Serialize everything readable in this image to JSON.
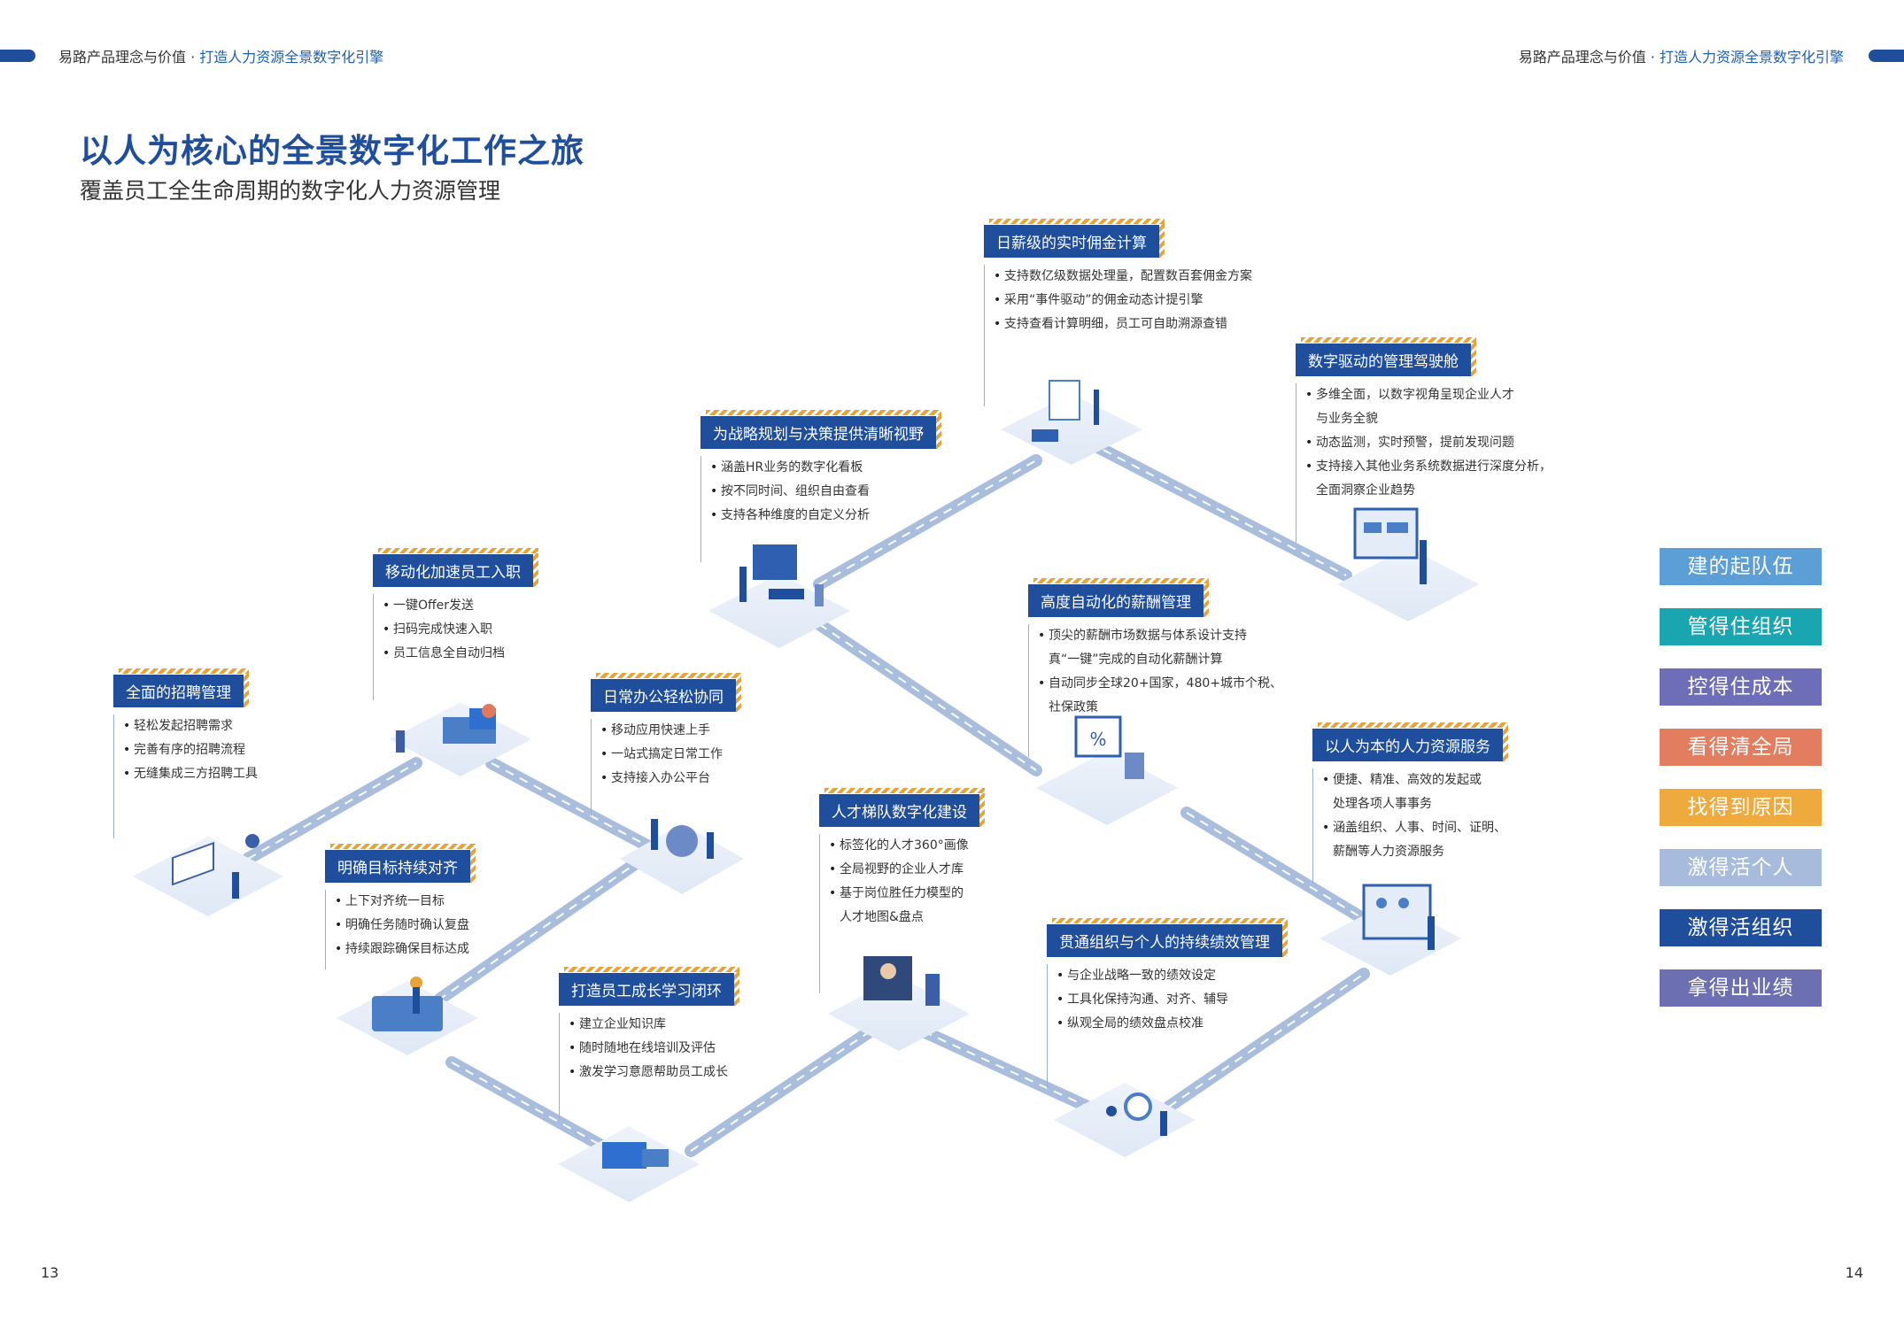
{
  "header": {
    "left_a": "易路产品理念与价值 · ",
    "left_b": "打造人力资源全景数字化引擎",
    "right_a": "易路产品理念与价值 · ",
    "right_b": "打造人力资源全景数字化引擎"
  },
  "title": "以人为核心的全景数字化工作之旅",
  "subtitle": "覆盖员工全生命周期的数字化人力资源管理",
  "page_numbers": {
    "left": "13",
    "right": "14"
  },
  "colors": {
    "brand_blue": "#1f4e9c",
    "stripe_orange": "#e8a23a",
    "road": "#a9bddc"
  },
  "cards": [
    {
      "id": "recruit",
      "label": "全面的招聘管理",
      "items": [
        "轻松发起招聘需求",
        "完善有序的招聘流程",
        "无缝集成三方招聘工具"
      ]
    },
    {
      "id": "onboard",
      "label": "移动化加速员工入职",
      "items": [
        "一键Offer发送",
        "扫码完成快速入职",
        "员工信息全自动归档"
      ]
    },
    {
      "id": "office",
      "label": "日常办公轻松协同",
      "items": [
        "移动应用快速上手",
        "一站式搞定日常工作",
        "支持接入办公平台"
      ]
    },
    {
      "id": "goal",
      "label": "明确目标持续对齐",
      "items": [
        "上下对齐统一目标",
        "明确任务随时确认复盘",
        "持续跟踪确保目标达成"
      ]
    },
    {
      "id": "learn",
      "label": "打造员工成长学习闭环",
      "items": [
        "建立企业知识库",
        "随时随地在线培训及评估",
        "激发学习意愿帮助员工成长"
      ]
    },
    {
      "id": "strategy",
      "label": "为战略规划与决策提供清晰视野",
      "items": [
        "涵盖HR业务的数字化看板",
        "按不同时间、组织自由查看",
        "支持各种维度的自定义分析"
      ]
    },
    {
      "id": "talent",
      "label": "人才梯队数字化建设",
      "items": [
        "标签化的人才360°画像",
        "全局视野的企业人才库",
        "基于岗位胜任力模型的",
        "人才地图&盘点"
      ]
    },
    {
      "id": "commission",
      "label": "日薪级的实时佣金计算",
      "items": [
        "支持数亿级数据处理量，配置数百套佣金方案",
        "采用“事件驱动”的佣金动态计提引擎",
        "支持查看计算明细，员工可自助溯源查错"
      ]
    },
    {
      "id": "payroll",
      "label": "高度自动化的薪酬管理",
      "items": [
        "顶尖的薪酬市场数据与体系设计支持",
        "真“一键”完成的自动化薪酬计算",
        "自动同步全球20+国家，480+城市个税、",
        "社保政策"
      ]
    },
    {
      "id": "perf",
      "label": "贯通组织与个人的持续绩效管理",
      "items": [
        "与企业战略一致的绩效设定",
        "工具化保持沟通、对齐、辅导",
        "纵观全局的绩效盘点校准"
      ]
    },
    {
      "id": "cockpit",
      "label": "数字驱动的管理驾驶舱",
      "items": [
        "多维全面，以数字视角呈现企业人才",
        "与业务全貌",
        "动态监测，实时预警，提前发现问题",
        "支持接入其他业务系统数据进行深度分析，",
        "全面洞察企业趋势"
      ]
    },
    {
      "id": "service",
      "label": "以人为本的人力资源服务",
      "items": [
        "便捷、精准、高效的发起或",
        "处理各项人事事务",
        "涵盖组织、人事、时间、证明、",
        "薪酬等人力资源服务"
      ]
    }
  ],
  "value_pills": [
    {
      "label": "建的起队伍",
      "color": "#5b9fd6"
    },
    {
      "label": "管得住组织",
      "color": "#1aa6b0"
    },
    {
      "label": "控得住成本",
      "color": "#6d6db8"
    },
    {
      "label": "看得清全局",
      "color": "#e37d5f"
    },
    {
      "label": "找得到原因",
      "color": "#eeaa3c"
    },
    {
      "label": "激得活个人",
      "color": "#a7bcdc"
    },
    {
      "label": "激得活组织",
      "color": "#1f4e9c"
    },
    {
      "label": "拿得出业绩",
      "color": "#6c6fb2"
    }
  ]
}
